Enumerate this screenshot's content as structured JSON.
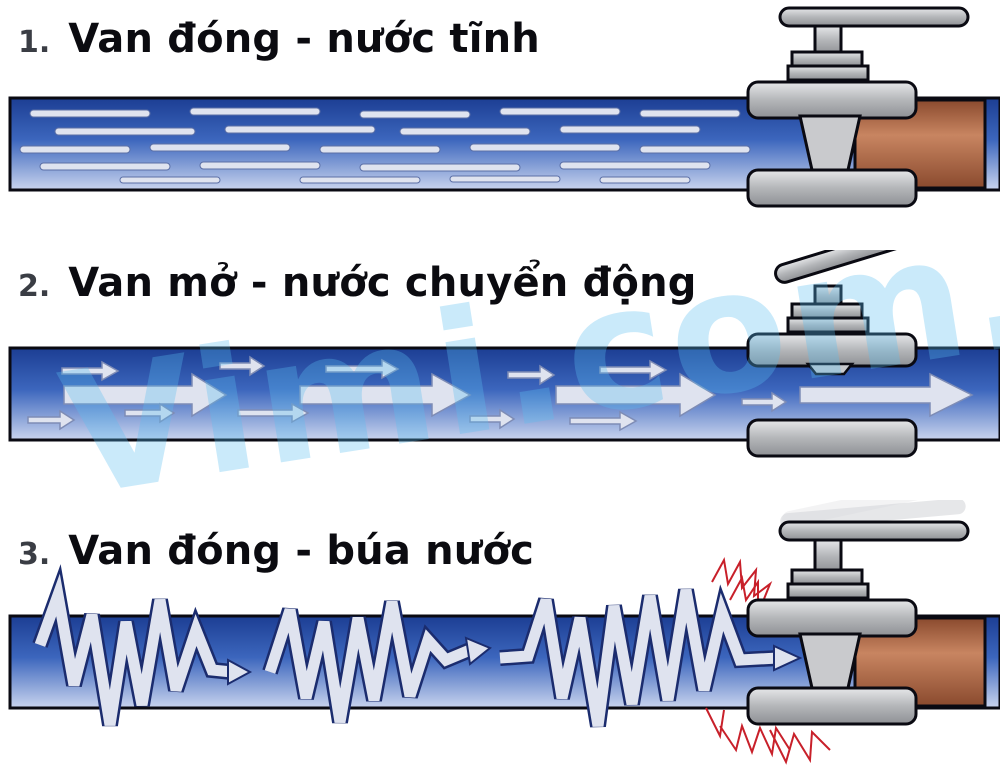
{
  "panels": [
    {
      "number": "1.",
      "caption": "Van đóng - nước tĩnh",
      "state": "closed-still"
    },
    {
      "number": "2.",
      "caption": "Van mở - nước chuyển động",
      "state": "open-flowing"
    },
    {
      "number": "3.",
      "caption": "Van đóng - búa nước",
      "state": "closed-hammer"
    }
  ],
  "watermark": "Vimi.com.vn",
  "colors": {
    "water_dark": "#1c3e93",
    "water_light": "#ffffff",
    "pipe_outline": "#0a0a12",
    "valve_body": "#bdbfc2",
    "copper": "#b87350",
    "streak": "#dfe3ef",
    "shock": "#c8202a"
  },
  "icons": [
    "valve-icon",
    "handle-icon",
    "flow-arrow-icon",
    "shock-wave-icon"
  ]
}
